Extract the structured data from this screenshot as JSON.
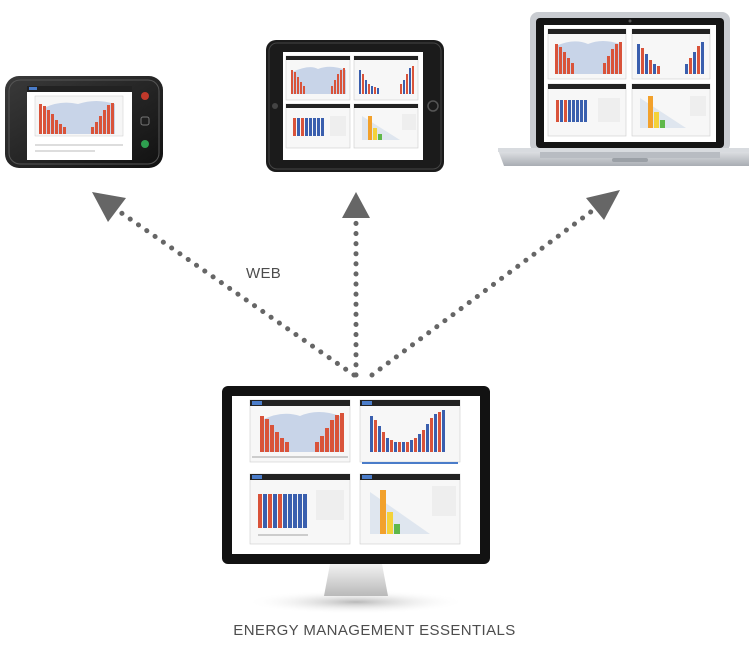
{
  "labels": {
    "web": "WEB",
    "footer": "ENERGY MANAGEMENT ESSENTIALS"
  },
  "devices": [
    {
      "kind": "smartphone",
      "screen": "dashboard-single-chart"
    },
    {
      "kind": "tablet",
      "screen": "dashboard-four-charts"
    },
    {
      "kind": "laptop",
      "screen": "dashboard-four-charts"
    },
    {
      "kind": "desktop-monitor",
      "screen": "dashboard-four-charts"
    }
  ],
  "colors": {
    "arrow": "#666666",
    "device_frame": "#1f1f1f",
    "bar_red": "#d9533a",
    "bar_blue": "#3a5fae",
    "bar_orange": "#f2a12c",
    "bar_green": "#5fb84a",
    "bar_yellow": "#f4d23a"
  },
  "connections": [
    {
      "from": "desktop-monitor",
      "to": "smartphone"
    },
    {
      "from": "desktop-monitor",
      "to": "tablet"
    },
    {
      "from": "desktop-monitor",
      "to": "laptop"
    }
  ]
}
